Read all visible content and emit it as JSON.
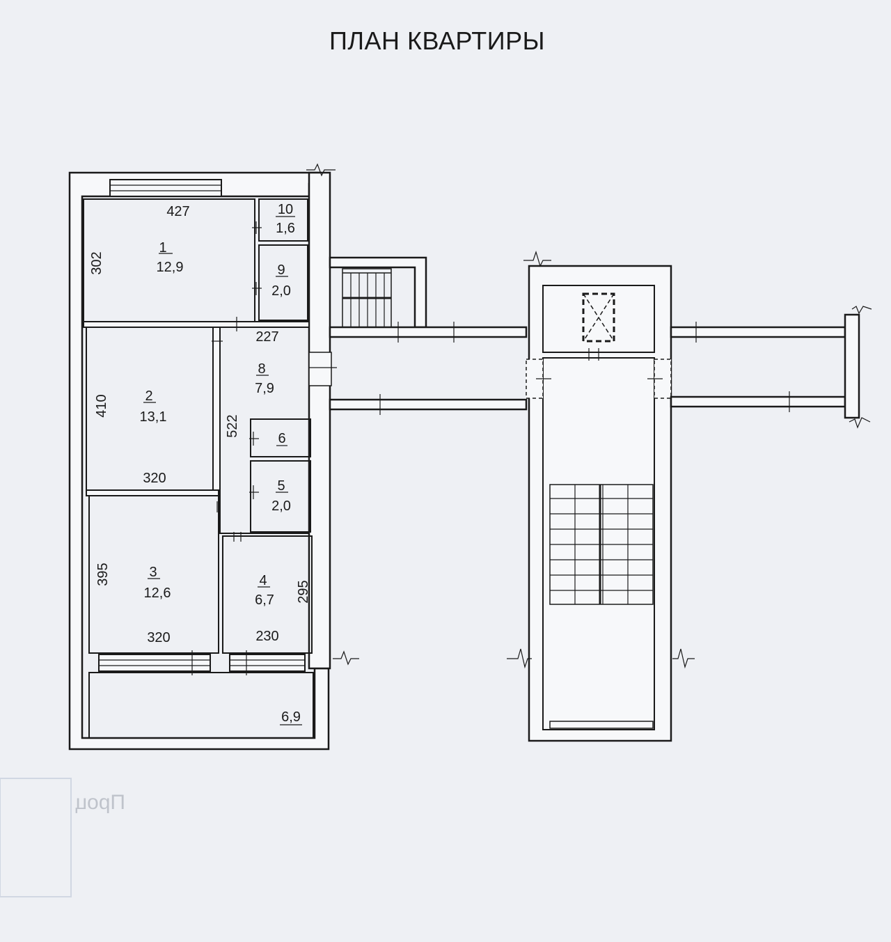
{
  "title": "ПЛАН КВАРТИРЫ",
  "rooms": [
    {
      "number": "1",
      "area": "12,9"
    },
    {
      "number": "2",
      "area": "13,1"
    },
    {
      "number": "3",
      "area": "12,6"
    },
    {
      "number": "4",
      "area": "6,7"
    },
    {
      "number": "5",
      "area": "2,0"
    },
    {
      "number": "6",
      "area": ""
    },
    {
      "number": "8",
      "area": "7,9"
    },
    {
      "number": "9",
      "area": "2,0"
    },
    {
      "number": "10",
      "area": "1,6"
    }
  ],
  "balcony_area": "6,9",
  "dimensions": {
    "room1_width": "427",
    "room1_height": "302",
    "room2_height": "410",
    "room2_width": "320",
    "room8_width": "227",
    "room8_length": "522",
    "room3_height": "395",
    "room3_width": "320",
    "room4_width": "230",
    "room4_height": "295"
  },
  "stamp_text": "Проц"
}
